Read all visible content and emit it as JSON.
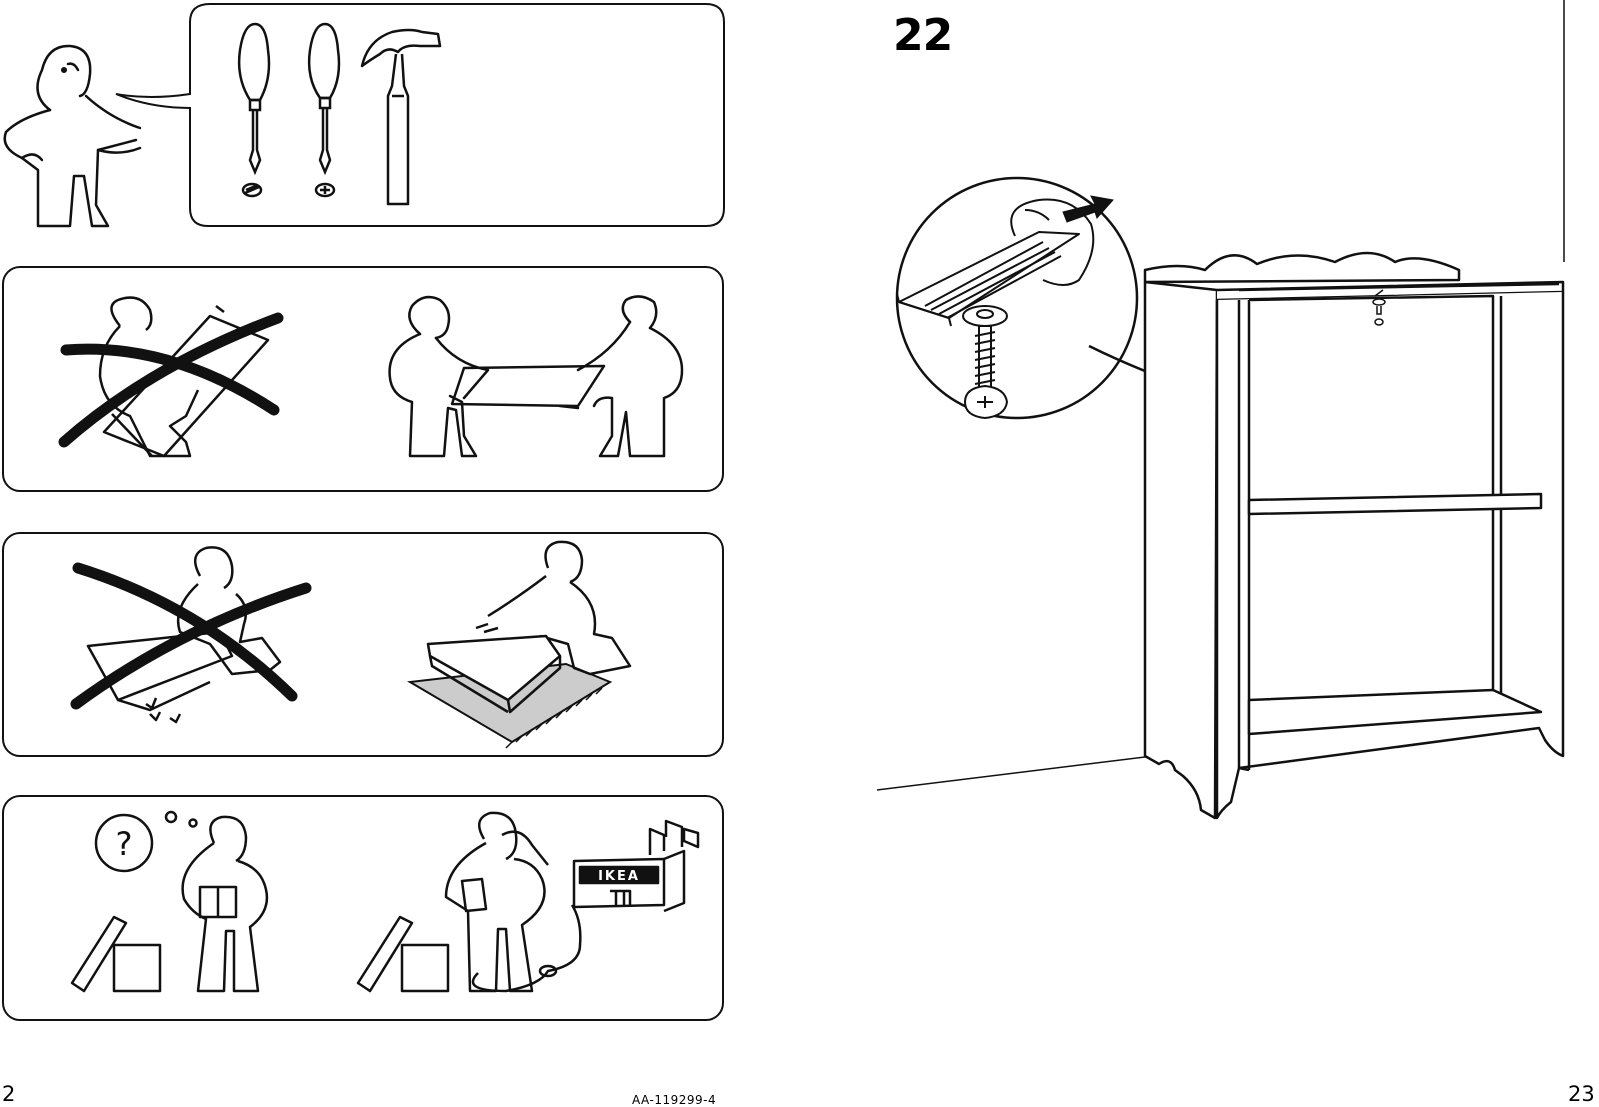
{
  "pages": {
    "left_number": "2",
    "right_number": "23",
    "document_code": "AA-119299-4"
  },
  "step": {
    "number": "22"
  },
  "panels": [
    {
      "topic": "tools",
      "icons": [
        "flathead-screwdriver-icon",
        "phillips-screwdriver-icon",
        "hammer-icon"
      ]
    },
    {
      "topic": "carry-with-two-people"
    },
    {
      "topic": "unpack-on-soft-surface"
    },
    {
      "topic": "contact-store-for-help",
      "store_sign": "IKEA"
    }
  ],
  "colors": {
    "line": "#111111",
    "rug": "#cccccc",
    "background": "#ffffff"
  }
}
